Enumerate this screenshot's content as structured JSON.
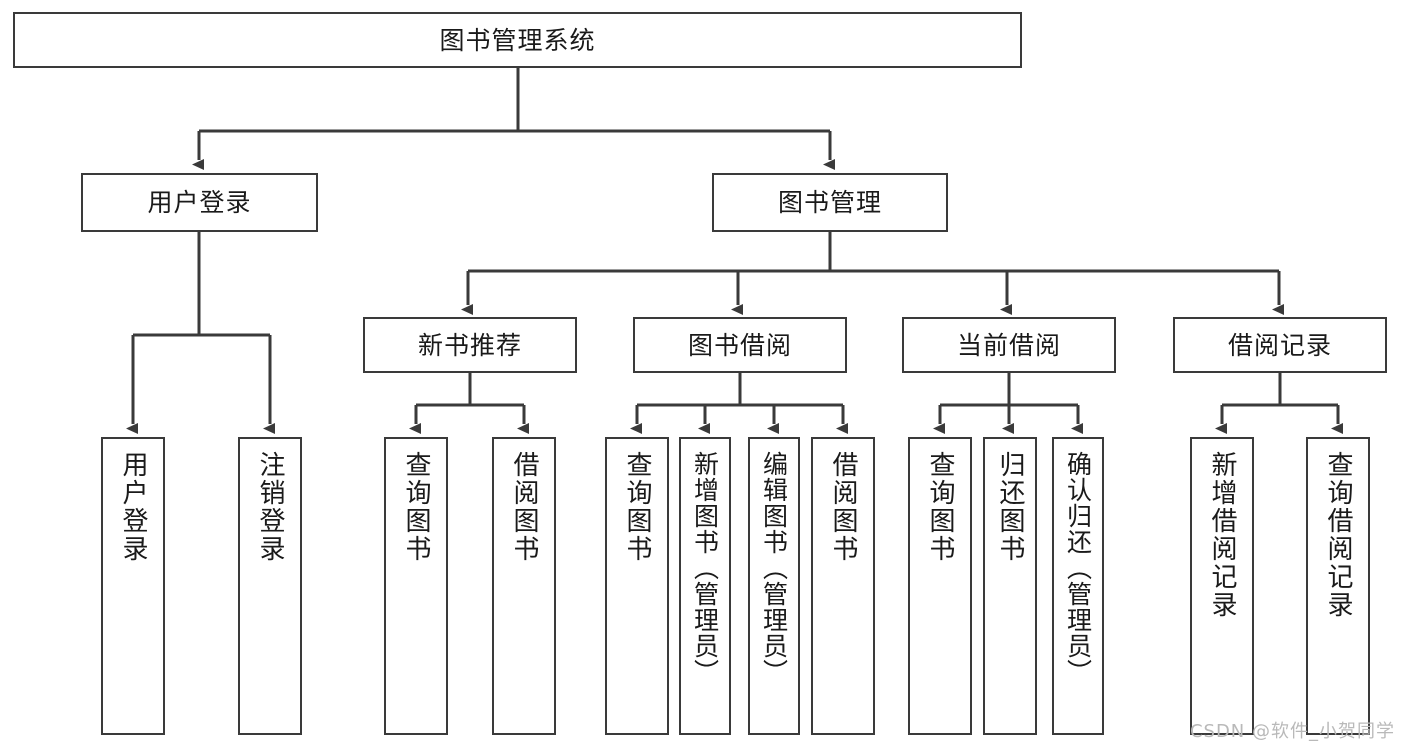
{
  "diagram": {
    "title": "图书管理系统",
    "type": "tree",
    "colors": {
      "box_border": "#3a3a3a",
      "box_fill": "#ffffff",
      "connector": "#3a3a3a",
      "text": "#1a1a1a",
      "watermark": "#b9b9b9",
      "background": "#ffffff"
    },
    "root": {
      "label": "图书管理系统"
    },
    "level2": [
      {
        "label": "用户登录"
      },
      {
        "label": "图书管理"
      }
    ],
    "level3": [
      {
        "label": "新书推荐"
      },
      {
        "label": "图书借阅"
      },
      {
        "label": "当前借阅"
      },
      {
        "label": "借阅记录"
      }
    ],
    "leaves": {
      "user_login": [
        {
          "label": "用户登录"
        },
        {
          "label": "注销登录"
        }
      ],
      "new_book_recommend": [
        {
          "label": "查询图书"
        },
        {
          "label": "借阅图书"
        }
      ],
      "book_borrow": [
        {
          "label": "查询图书"
        },
        {
          "label": "新增图书（管理员）"
        },
        {
          "label": "编辑图书（管理员）"
        },
        {
          "label": "借阅图书"
        }
      ],
      "current_borrow": [
        {
          "label": "查询图书"
        },
        {
          "label": "归还图书"
        },
        {
          "label": "确认归还（管理员）"
        }
      ],
      "borrow_record": [
        {
          "label": "新增借阅记录"
        },
        {
          "label": "查询借阅记录"
        }
      ]
    }
  },
  "watermark": {
    "text": "CSDN @软件_小贺同学"
  }
}
